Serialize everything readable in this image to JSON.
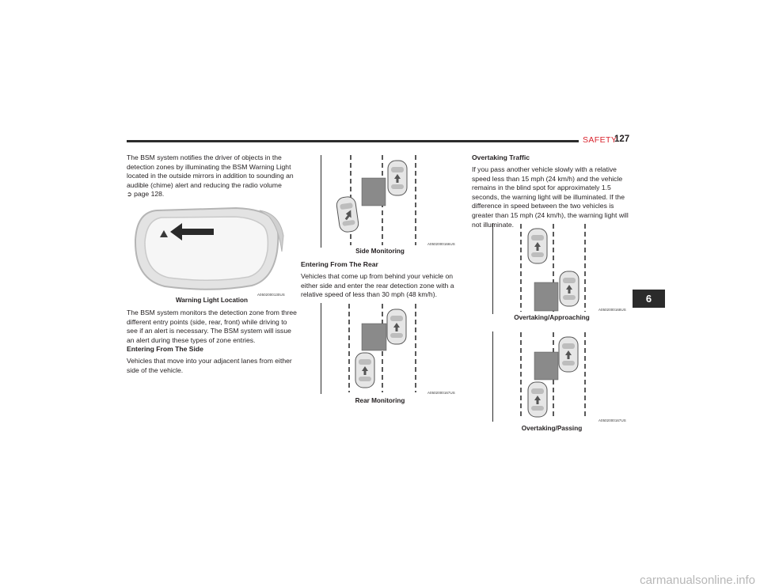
{
  "header": {
    "section": "SAFETY",
    "page_number": "127"
  },
  "left_column": {
    "intro": "The BSM system notifies the driver of objects in the detection zones by illuminating the BSM Warning Light located in the outside mirrors in addition to sounding an audible (chime) alert and reducing the radio volume",
    "page_ref_icon": "page-reference-arrow-icon",
    "page_ref": "page 128.",
    "figure": {
      "caption": "Warning Light Location",
      "code": "A0502000130US"
    },
    "para2": "The BSM system monitors the detection zone from three different entry points (side, rear, front) while driving to see if an alert is necessary. The BSM system will issue an alert during these types of zone entries.",
    "heading_side": "Entering From The Side",
    "para3": "Vehicles that move into your adjacent lanes from either side of the vehicle."
  },
  "middle_column": {
    "figure1": {
      "caption": "Side Monitoring",
      "code": "A0502000166US"
    },
    "heading_rear": "Entering From The Rear",
    "para": "Vehicles that come up from behind your vehicle on either side and enter the rear detection zone with a relative speed of less than 30 mph (48 km/h).",
    "figure2": {
      "caption": "Rear Monitoring",
      "code": "A0502000167US"
    }
  },
  "right_column": {
    "heading": "Overtaking Traffic",
    "para": "If you pass another vehicle slowly with a relative speed less than 15 mph (24 km/h) and the vehicle remains in the blind spot for approximately 1.5 seconds, the warning light will be illuminated. If the difference in speed between the two vehicles is greater than 15 mph (24 km/h), the warning light will not illuminate.",
    "figure1": {
      "caption": "Overtaking/Approaching",
      "code": "A0502000168US"
    },
    "figure2": {
      "caption": "Overtaking/Passing",
      "code": "A0502000167US"
    }
  },
  "chapter_tab": "6",
  "watermark": "carmanualsonline.info",
  "colors": {
    "accent_red": "#d9232d",
    "rule": "#2b2b2b",
    "zone": "#8a8a8a"
  }
}
